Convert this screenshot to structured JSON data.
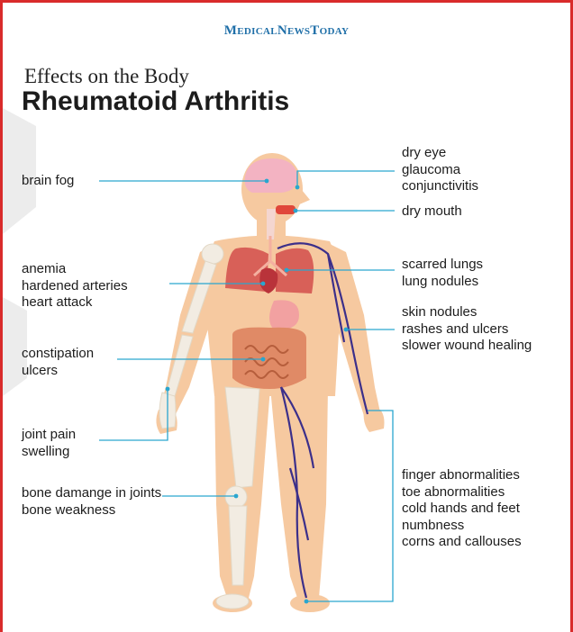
{
  "brand": "MedicalNewsToday",
  "subtitle": "Effects on the Body",
  "title": "Rheumatoid Arthritis",
  "labels_left": {
    "brain": [
      "brain fog"
    ],
    "heart": [
      "anemia",
      "hardened arteries",
      "heart attack"
    ],
    "intestine": [
      "constipation",
      "ulcers"
    ],
    "joint": [
      "joint pain",
      "swelling"
    ],
    "bone": [
      "bone damange in joints",
      "bone weakness"
    ]
  },
  "labels_right": {
    "eye": [
      "dry eye",
      "glaucoma",
      "conjunctivitis"
    ],
    "mouth": [
      "dry mouth"
    ],
    "lungs": [
      "scarred lungs",
      "lung nodules"
    ],
    "skin": [
      "skin nodules",
      "rashes and ulcers",
      "slower wound healing"
    ],
    "extremities": [
      "finger abnormalities",
      "toe abnormalities",
      "cold hands and feet",
      "numbness",
      "corns and callouses"
    ]
  },
  "colors": {
    "frame": "#d92b2b",
    "brand": "#1f6fa8",
    "skin": "#f6c9a0",
    "leader": "#2aa6cf",
    "bone": "#f2ece2",
    "vein": "#3c2f8a",
    "lungs": "#d86058",
    "brain": "#f3b3c2",
    "stomach": "#f2a1a1",
    "intestine": "#d27752"
  }
}
